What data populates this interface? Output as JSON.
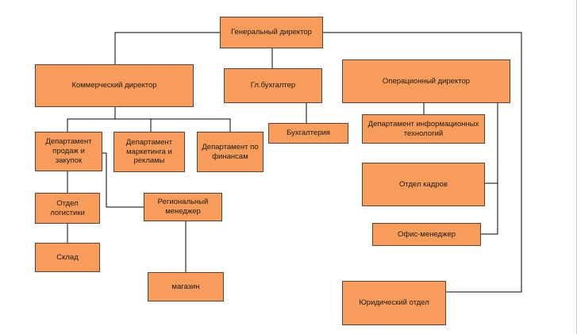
{
  "colors": {
    "box_fill": "#f79c5a",
    "box_border": "#5b4636",
    "line": "#000000"
  },
  "nodes": {
    "gen_dir": "Генеральный директор",
    "comm_dir": "Коммерческий директор",
    "chief_acc": "Гл.бухгалтер",
    "op_dir": "Операционный директор",
    "accounting": "Бухгалтерия",
    "it_dept": "Департамент информационных технологий",
    "sales_dept": "Департамент продаж и закупок",
    "marketing_dept": "Департамент маркетинга и рекламы",
    "finance_dept": "Департамент по финансам",
    "hr_dept": "Отдел кадров",
    "logistics_dept": "Отдел логистики",
    "regional_mgr": "Региональный менеджер",
    "office_mgr": "Офис-менеджер",
    "warehouse": "Склад",
    "store": "магазин",
    "legal_dept": "Юридический отдел"
  }
}
